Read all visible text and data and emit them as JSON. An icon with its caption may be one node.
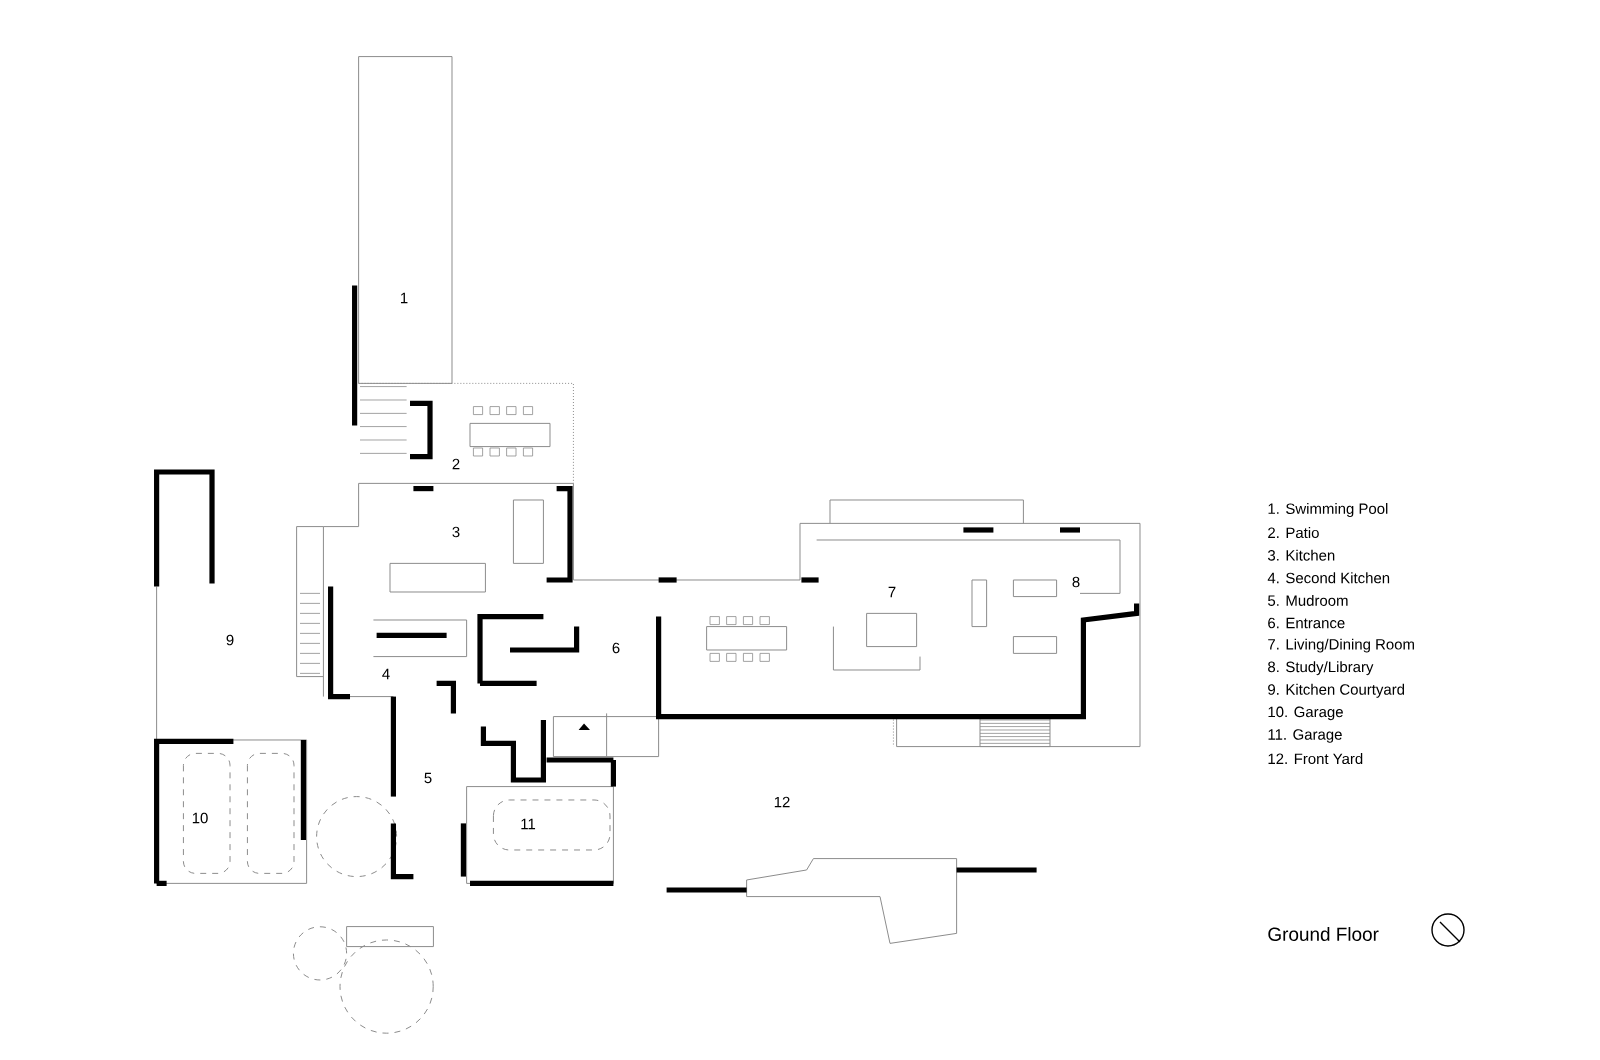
{
  "diagram": {
    "title": "Ground Floor",
    "labels": [
      "1",
      "2",
      "3",
      "4",
      "5",
      "6",
      "7",
      "8",
      "9",
      "10",
      "11",
      "12",
      "1. Swimming Pool",
      "2. Patio",
      "3. Kitchen",
      "4. Second Kitchen",
      "5. Mudroom",
      "6. Entrance",
      "7. Living/Dining Room",
      "8. Study/Library",
      "9. Kitchen Courtyard",
      "10. Garage",
      "11. Garage",
      "12. Front Yard"
    ]
  }
}
